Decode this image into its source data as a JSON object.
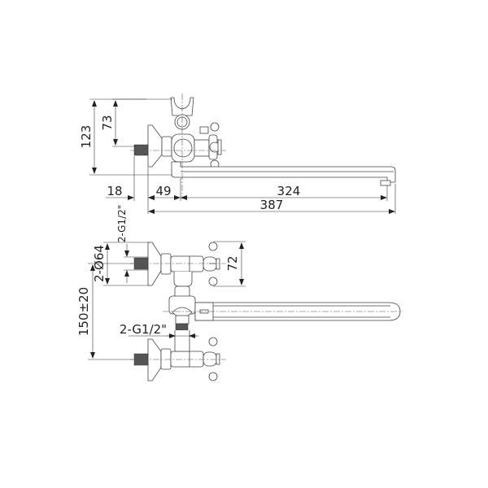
{
  "drawing": {
    "subject": "Wall-mounted bath mixer with long swivel spout",
    "views": [
      "side-view",
      "top-view"
    ]
  },
  "side_view": {
    "dimensions": {
      "overall_height": "123",
      "outlet_to_holder_height": "73",
      "wall_to_flange": "18",
      "flange_to_spout_axis": "49",
      "spout_reach": "324",
      "total_length": "387"
    }
  },
  "top_view": {
    "dimensions": {
      "inlet_thread_vertical": "2-G1/2\"",
      "flange_diameter": "2-Ø64",
      "handle_span": "72",
      "center_distance": "150±20",
      "outlet_thread": "2-G1/2\""
    }
  }
}
